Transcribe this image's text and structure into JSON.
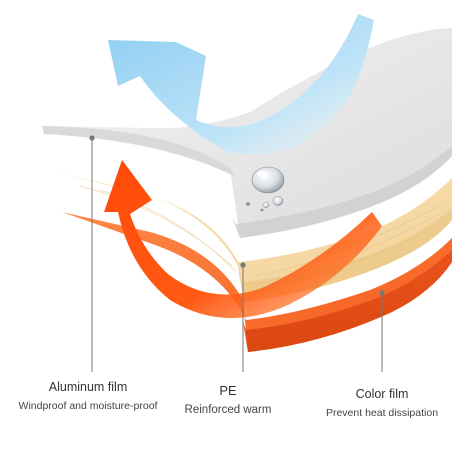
{
  "layers": [
    {
      "title": "Aluminum film",
      "subtitle": "Windproof and moisture-proof"
    },
    {
      "title": "PE",
      "subtitle": "Reinforced warm"
    },
    {
      "title": "Color film",
      "subtitle": "Prevent heat dissipation"
    }
  ],
  "colors": {
    "aluminum": "#e6e6e6",
    "pe": "#f4d9a8",
    "color_film": "#fb6b2a",
    "cold_arrow": "#a9dbf6",
    "warm_arrow": "#ff5a14",
    "leader_line": "#777777"
  },
  "icons": [
    "water-droplet-icon",
    "cold-air-arrow-icon",
    "warm-air-arrow-icon"
  ]
}
